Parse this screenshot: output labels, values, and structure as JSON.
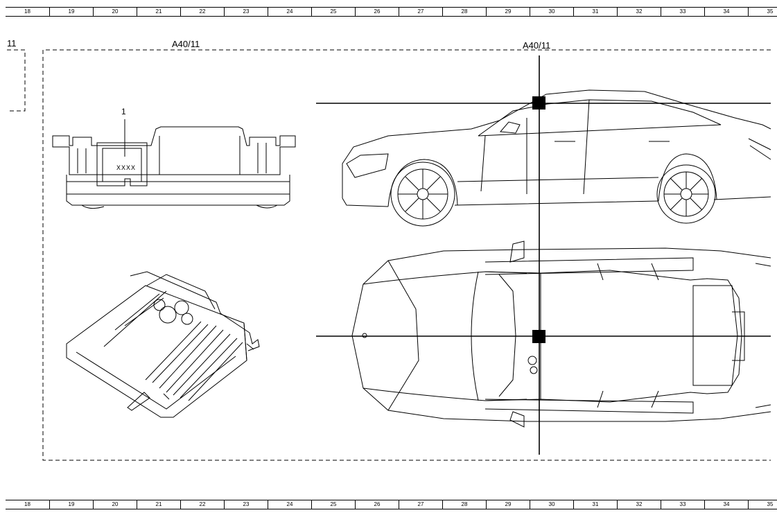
{
  "ruler": {
    "columns": [
      "18",
      "19",
      "20",
      "21",
      "22",
      "23",
      "24",
      "25",
      "26",
      "27",
      "28",
      "29",
      "30",
      "31",
      "32",
      "33",
      "34",
      "35"
    ]
  },
  "labels": {
    "left_partial": "11",
    "component_left": "A40/11",
    "component_right": "A40/11",
    "callout_number": "1",
    "connector_marking": "XXXX"
  }
}
